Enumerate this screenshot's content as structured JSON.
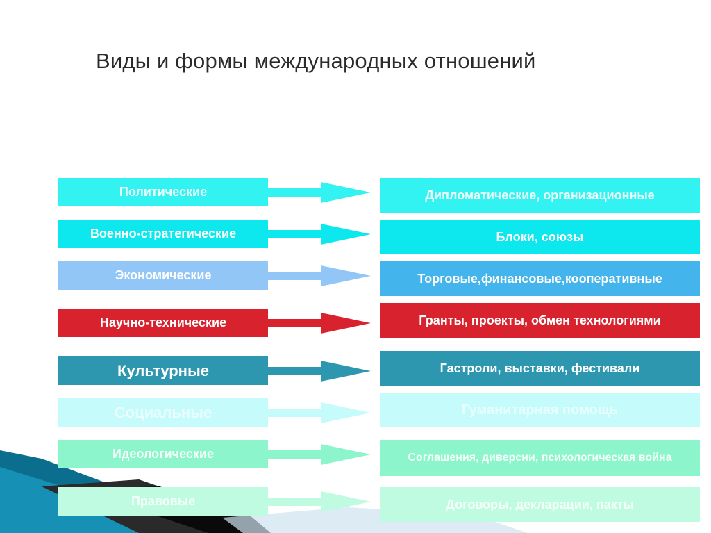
{
  "title": "Виды и формы международных отношений",
  "rows": [
    {
      "left": "Политические",
      "right": "Дипломатические, организационные",
      "left_color": "#33f2f2",
      "right_color": "#33f2f2",
      "text_color": "#e9ffff"
    },
    {
      "left": "Военно-стратегические",
      "right": "Блоки, союзы",
      "left_color": "#0ce8ee",
      "right_color": "#0ce8ee",
      "text_color": "#ffffff"
    },
    {
      "left": "Экономические",
      "right": "Торговые,финансовые,кооперативные",
      "left_color": "#92c6f7",
      "right_color": "#44b5ec",
      "text_color": "#ffffff"
    },
    {
      "left": "Научно-технические",
      "right": "Гранты, проекты, обмен технологиями",
      "left_color": "#d8232e",
      "right_color": "#d8232e",
      "text_color": "#ffffff"
    },
    {
      "left": "Культурные",
      "right": "Гастроли, выставки, фестивали",
      "left_color": "#2d97b0",
      "right_color": "#2d97b0",
      "text_color": "#ffffff"
    },
    {
      "left": "Социальные",
      "right": "Гуманитарная помощь",
      "left_color": "#c5fbfa",
      "right_color": "#c5fbfa",
      "text_color": "#e9ffff"
    },
    {
      "left": "Идеологические",
      "right": "Соглашения, диверсии, психологическая война",
      "left_color": "#8cf5cc",
      "right_color": "#8cf5cc",
      "text_color": "#f3fffb"
    },
    {
      "left": "Правовые",
      "right": "Договоры, декларации, пакты",
      "left_color": "#bffbe0",
      "right_color": "#bffbe0",
      "text_color": "#f3fffb"
    }
  ]
}
